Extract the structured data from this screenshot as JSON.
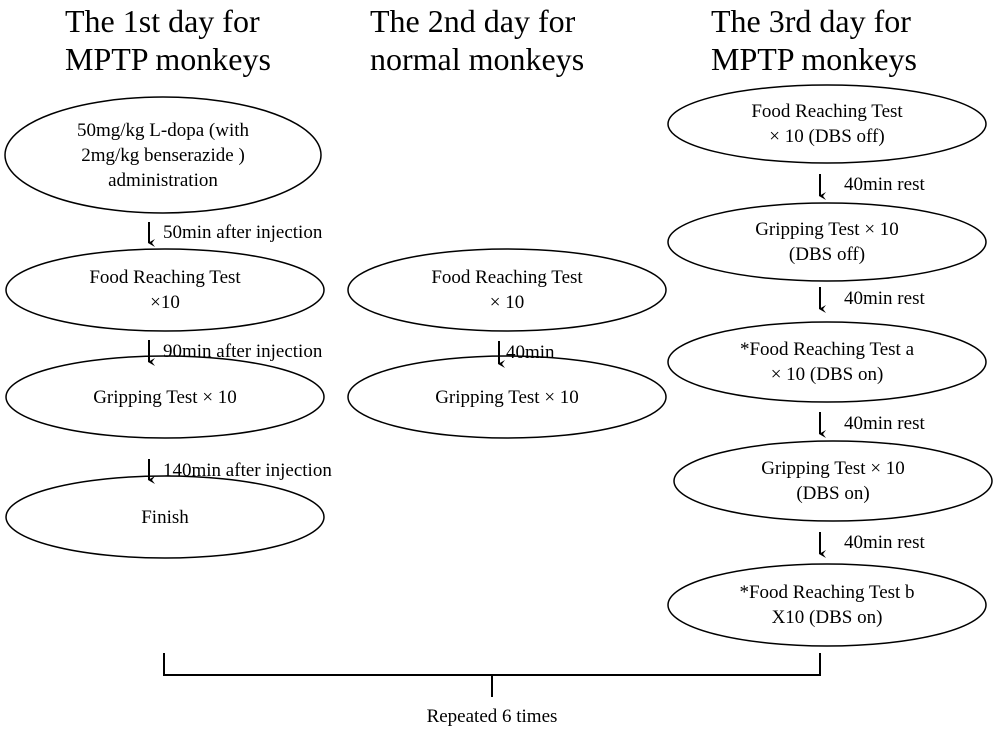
{
  "columns": [
    {
      "title_line1": "The 1st day for",
      "title_line2": "MPTP monkeys",
      "nodes": [
        "50mg/kg L-dopa (with\n2mg/kg benserazide )\nadministration",
        "Food Reaching Test\n×10",
        "Gripping Test  × 10",
        "Finish"
      ],
      "steps": [
        "50min after injection",
        "90min after injection",
        "140min after injection"
      ]
    },
    {
      "title_line1": "The 2nd day for",
      "title_line2": "normal monkeys",
      "nodes": [
        "Food Reaching Test\n×  10",
        "Gripping Test  ×  10"
      ],
      "steps": [
        "40min"
      ]
    },
    {
      "title_line1": "The 3rd day for",
      "title_line2": "MPTP monkeys",
      "nodes": [
        "Food Reaching Test\n×  10 (DBS off)",
        "Gripping Test  ×  10\n(DBS off)",
        "*Food Reaching Test a\n×  10 (DBS on)",
        "Gripping Test  ×  10\n(DBS on)",
        "*Food Reaching Test b\nX10 (DBS on)"
      ],
      "steps": [
        "40min rest",
        "40min rest",
        "40min rest",
        "40min rest"
      ]
    }
  ],
  "footer": {
    "label": "Repeated 6 times"
  }
}
